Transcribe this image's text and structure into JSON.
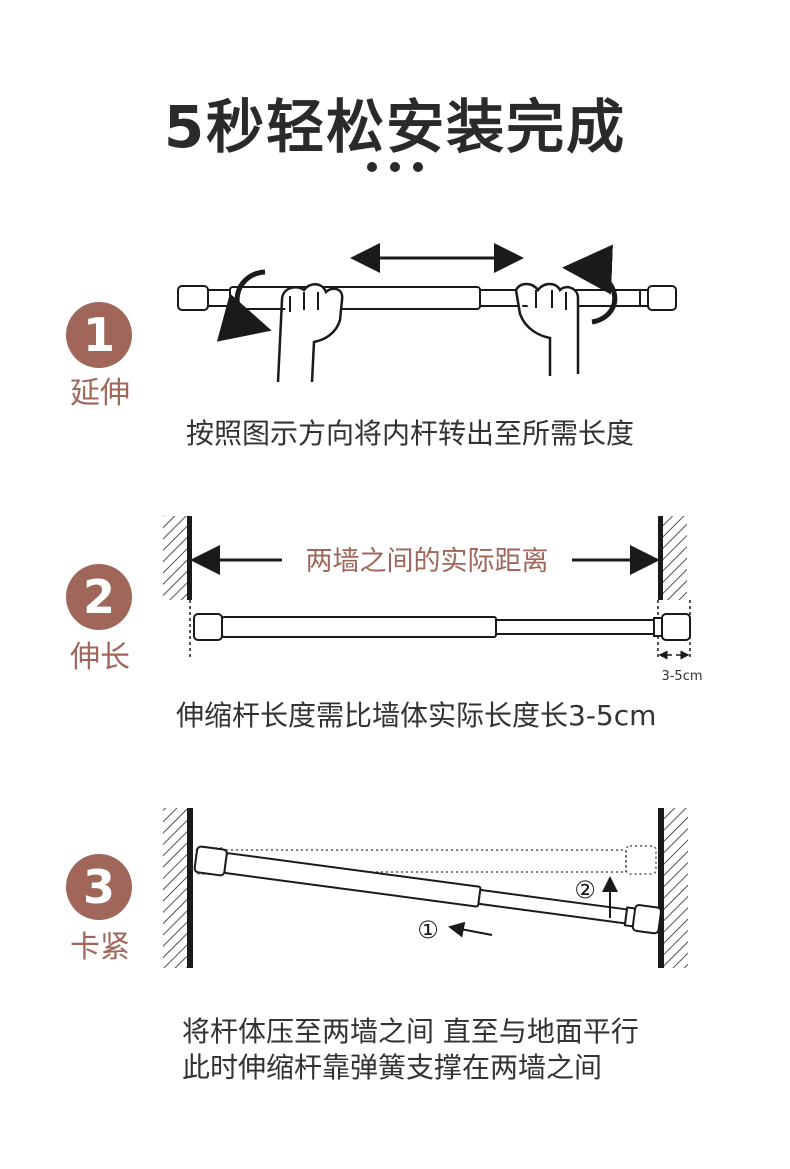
{
  "title": "5秒轻松安装完成",
  "steps": [
    {
      "number": "1",
      "label": "延伸",
      "caption": "按照图示方向将内杆转出至所需长度"
    },
    {
      "number": "2",
      "label": "伸长",
      "caption": "伸缩杆长度需比墙体实际长度长3-5cm",
      "wall_text": "两墙之间的实际距离",
      "gap_text": "3-5cm"
    },
    {
      "number": "3",
      "label": "卡紧",
      "caption_line1": "将杆体压至两墙之间 直至与地面平行",
      "caption_line2": "此时伸缩杆靠弹簧支撑在两墙之间",
      "marker1": "①",
      "marker2": "②"
    }
  ],
  "colors": {
    "accent": "#a06659",
    "line": "#1a1a1a"
  }
}
